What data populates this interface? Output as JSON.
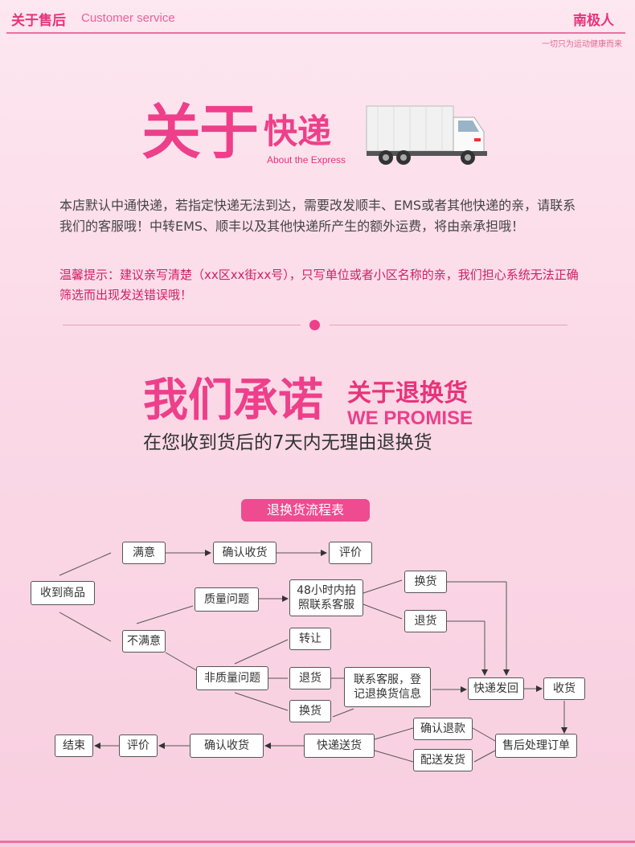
{
  "header": {
    "title": "关于售后",
    "subtitle": "Customer service",
    "brand": "南极人",
    "slogan": "一切只为运动健康而来"
  },
  "express": {
    "title_big": "关于",
    "title_small": "快递",
    "title_en": "About the Express",
    "paragraph": "本店默认中通快递，若指定快递无法到达，需要改发顺丰、EMS或者其他快递的亲，请联系我们的客服哦！中转EMS、顺丰以及其他快递所产生的额外运费，将由亲承担哦！",
    "tip": "温馨提示：建议亲写清楚（xx区xx街xx号），只写单位或者小区名称的亲，我们担心系统无法正确筛选而出现发送错误哦！"
  },
  "promise": {
    "title_big": "我们承诺",
    "title_mid": "关于退换货",
    "title_en": "WE PROMISE",
    "subtitle": "在您收到货后的7天内无理由退换货"
  },
  "flow": {
    "title": "退换货流程表",
    "nodes": {
      "receive": "收到商品",
      "satisfied": "满意",
      "confirm_receipt_1": "确认收货",
      "review_1": "评价",
      "quality_issue": "质量问题",
      "photo_contact": "48小时内拍照联系客服",
      "exchange_1": "换货",
      "return_1": "退货",
      "unsatisfied": "不满意",
      "transfer": "转让",
      "non_quality": "非质量问题",
      "return_2": "退货",
      "exchange_2": "换货",
      "contact_register": "联系客服，登记退换货信息",
      "ship_back": "快递发回",
      "receive_goods": "收货",
      "confirm_refund": "确认退款",
      "after_sales": "售后处理订单",
      "delivery_ship": "配送发货",
      "express_send": "快递送货",
      "confirm_receipt_2": "确认收货",
      "review_2": "评价",
      "end": "结束"
    }
  }
}
